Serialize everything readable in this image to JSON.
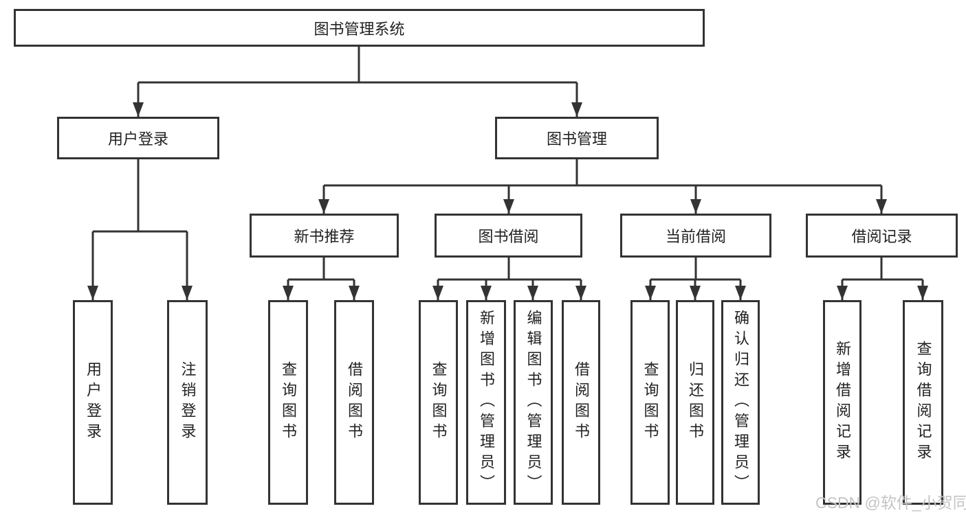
{
  "diagram": {
    "root": {
      "label": "图书管理系统"
    },
    "level1": [
      {
        "id": "user-login",
        "label": "用户登录",
        "parent": "图书管理系统"
      },
      {
        "id": "book-management",
        "label": "图书管理",
        "parent": "图书管理系统"
      }
    ],
    "level2": [
      {
        "id": "new-book-recommend",
        "label": "新书推荐",
        "parent": "图书管理"
      },
      {
        "id": "book-borrow",
        "label": "图书借阅",
        "parent": "图书管理"
      },
      {
        "id": "current-borrow",
        "label": "当前借阅",
        "parent": "图书管理"
      },
      {
        "id": "borrow-records",
        "label": "借阅记录",
        "parent": "图书管理"
      }
    ],
    "leaves": [
      {
        "id": "login",
        "label": "用户登录",
        "parent": "用户登录"
      },
      {
        "id": "logout",
        "label": "注销登录",
        "parent": "用户登录"
      },
      {
        "id": "query-books-1",
        "label": "查询图书",
        "parent": "新书推荐"
      },
      {
        "id": "borrow-books-1",
        "label": "借阅图书",
        "parent": "新书推荐"
      },
      {
        "id": "query-books-2",
        "label": "查询图书",
        "parent": "图书借阅"
      },
      {
        "id": "add-book-admin",
        "label": "新增图书（管理员）",
        "parent": "图书借阅"
      },
      {
        "id": "edit-book-admin",
        "label": "编辑图书（管理员）",
        "parent": "图书借阅"
      },
      {
        "id": "borrow-books-2",
        "label": "借阅图书",
        "parent": "图书借阅"
      },
      {
        "id": "query-books-3",
        "label": "查询图书",
        "parent": "当前借阅"
      },
      {
        "id": "return-book",
        "label": "归还图书",
        "parent": "当前借阅"
      },
      {
        "id": "confirm-return-admin",
        "label": "确认归还（管理员）",
        "parent": "当前借阅"
      },
      {
        "id": "add-borrow-record",
        "label": "新增借阅记录",
        "parent": "借阅记录"
      },
      {
        "id": "query-borrow-record",
        "label": "查询借阅记录",
        "parent": "借阅记录"
      }
    ]
  },
  "watermark": "CSDN @软件_小贺同学",
  "colors": {
    "line": "#333333",
    "text": "#222222",
    "background": "#ffffff",
    "watermark": "#c4c4c4"
  }
}
